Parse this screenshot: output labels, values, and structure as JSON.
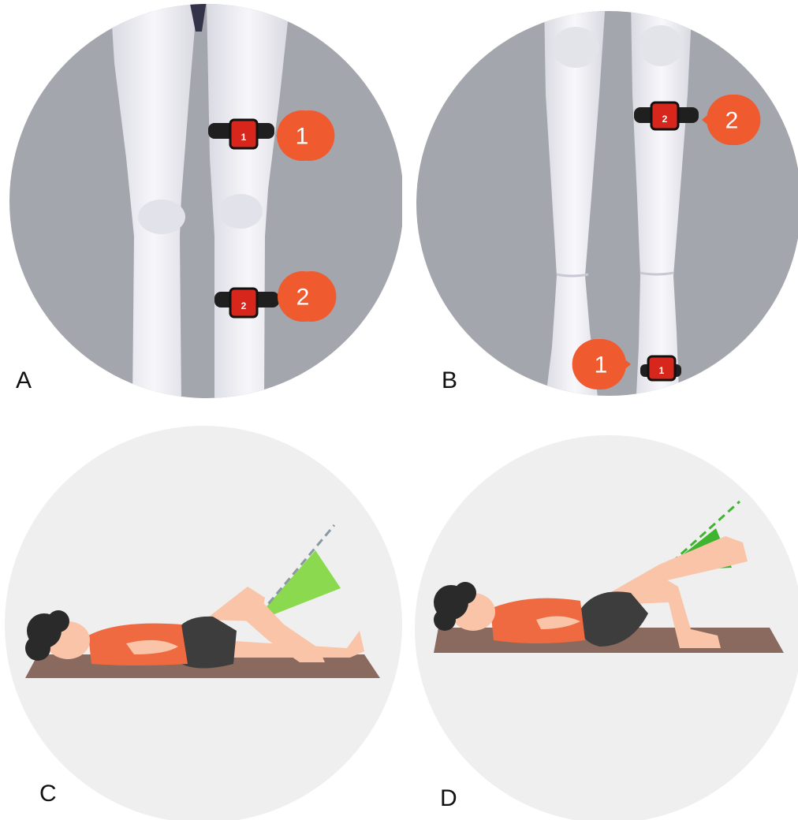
{
  "panels": [
    {
      "id": "A",
      "label": "A",
      "badges": [
        "1",
        "2"
      ],
      "device_labels": [
        "1",
        "2"
      ]
    },
    {
      "id": "B",
      "label": "B",
      "badges": [
        "2",
        "1"
      ],
      "device_labels": [
        "2",
        "1"
      ]
    },
    {
      "id": "C",
      "label": "C"
    },
    {
      "id": "D",
      "label": "D"
    }
  ],
  "colors": {
    "badge_orange": "#ef5a2f",
    "device_red": "#d7261c",
    "circle_gray": "#a4a6ad",
    "circle_light": "#efefef",
    "leg_white": "#f2f2f6",
    "angle_green_light": "#8ad94f",
    "angle_green_dark": "#3fb52f",
    "mat_brown": "#8a6a5e",
    "shirt_orange": "#ef6a41",
    "shorts_dark": "#3d3d3d",
    "skin": "#f9c4a8",
    "hair": "#2a2a2a"
  }
}
